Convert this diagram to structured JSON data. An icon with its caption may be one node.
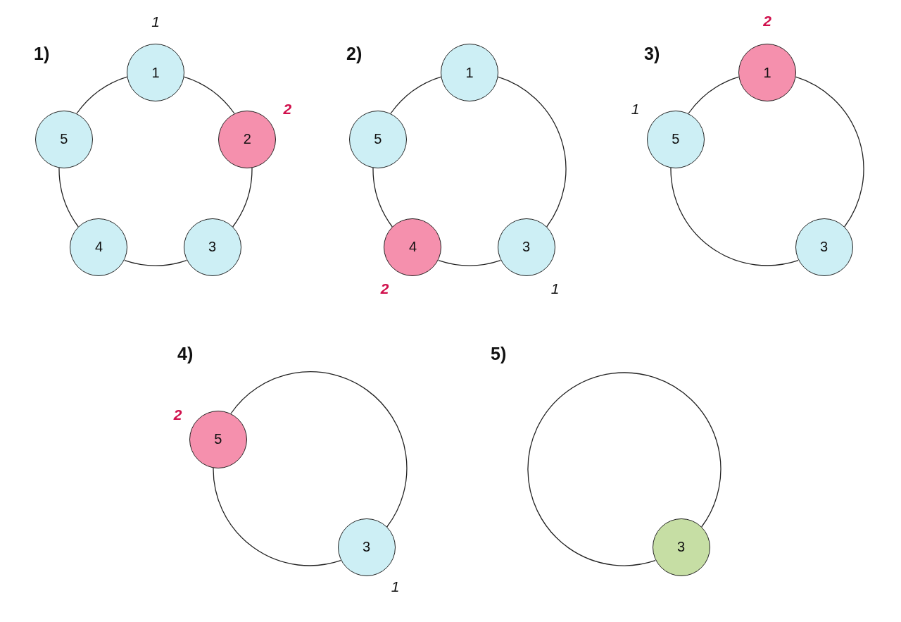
{
  "diagram": {
    "nodes": [
      {
        "text": [
          "1"
        ],
        "beside": [
          "1"
        ]
      },
      {
        "text": [
          "2"
        ],
        "beside": [
          "2"
        ]
      },
      {
        "text": [
          "3"
        ]
      },
      {
        "text": [
          "4"
        ]
      },
      {
        "text": [
          "5"
        ]
      },
      {
        "text": [
          "1"
        ]
      },
      {
        "text": [
          "3"
        ],
        "beside": [
          "1"
        ]
      },
      {
        "text": [
          "4"
        ],
        "beside": [
          "2"
        ]
      },
      {
        "text": [
          "5"
        ]
      },
      {
        "text": [
          "1"
        ],
        "beside": [
          "2"
        ]
      },
      {
        "text": [
          "3"
        ]
      },
      {
        "text": [
          "5"
        ],
        "beside": [
          "1"
        ]
      },
      {
        "text": [
          "3"
        ],
        "beside": [
          "1"
        ]
      },
      {
        "text": [
          "5"
        ],
        "beside": [
          "2"
        ]
      },
      {
        "text": [
          "3"
        ]
      }
    ],
    "edges": [
      {
        "from": 0,
        "to": 1,
        "arrow": "none"
      },
      {
        "from": 1,
        "to": 2,
        "arrow": "none"
      },
      {
        "from": 2,
        "to": 3,
        "arrow": "none"
      },
      {
        "from": 3,
        "to": 4,
        "arrow": "none"
      },
      {
        "from": 4,
        "to": 0,
        "arrow": "none"
      },
      {
        "from": 5,
        "to": 6,
        "arrow": "none"
      },
      {
        "from": 6,
        "to": 7,
        "arrow": "none"
      },
      {
        "from": 7,
        "to": 8,
        "arrow": "none"
      },
      {
        "from": 8,
        "to": 5,
        "arrow": "none"
      },
      {
        "from": 9,
        "to": 10,
        "arrow": "none"
      },
      {
        "from": 10,
        "to": 11,
        "arrow": "none"
      },
      {
        "from": 11,
        "to": 9,
        "arrow": "none"
      },
      {
        "from": 12,
        "to": 13,
        "arrow": "none"
      },
      {
        "from": 13,
        "to": 12,
        "arrow": "none"
      },
      {
        "from": 14,
        "to": 14,
        "arrow": "none"
      }
    ],
    "labels": [
      "1)",
      "2)",
      "3)",
      "4)",
      "5)"
    ]
  }
}
